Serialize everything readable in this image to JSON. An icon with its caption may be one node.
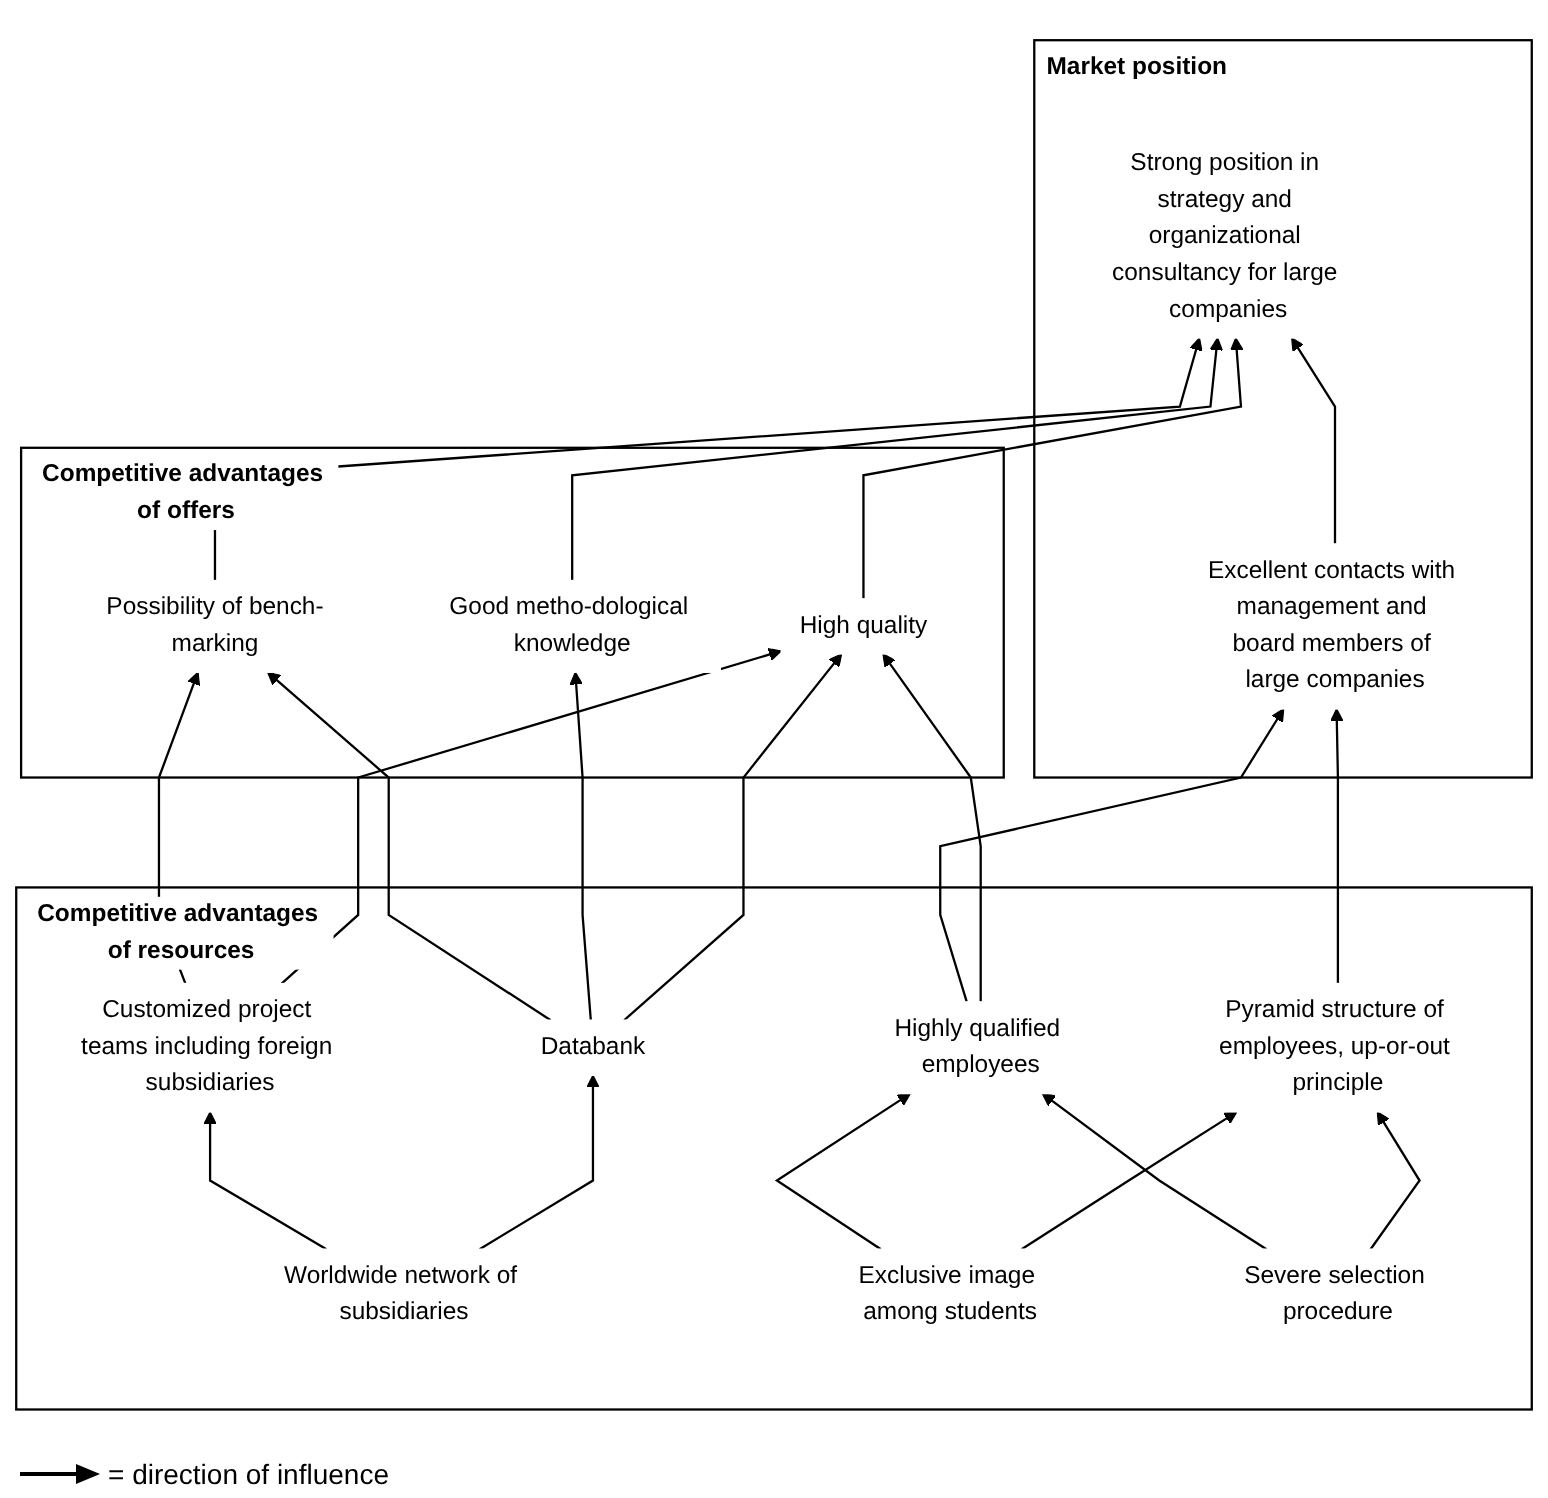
{
  "diagram": {
    "nodes": [
      {
        "text": [
          "Market position"
        ]
      },
      {
        "text": [
          "Strong position in strategy and organizational consultancy for large companies"
        ],
        "in": 0
      },
      {
        "text": [
          "Excellent contacts with management and board members of large companies"
        ],
        "in": 0
      },
      {
        "text": [
          "Competitive advantages of offers"
        ]
      },
      {
        "text": [
          "Possibility of bench-marking"
        ],
        "in": 3
      },
      {
        "text": [
          "Good metho-dological knowledge"
        ],
        "in": 3
      },
      {
        "text": [
          "High quality"
        ],
        "in": 3
      },
      {
        "text": [
          "Competitive advantages of resources"
        ]
      },
      {
        "text": [
          "Customized project teams including foreign subsidiaries"
        ],
        "in": 7
      },
      {
        "text": [
          "Databank"
        ],
        "in": 7
      },
      {
        "text": [
          "Highly qualified employees"
        ],
        "in": 7
      },
      {
        "text": [
          "Pyramid structure of employees, up-or-out principle"
        ],
        "in": 7
      },
      {
        "text": [
          "Worldwide network of subsidiaries"
        ],
        "in": 7
      },
      {
        "text": [
          "Exclusive image among students"
        ],
        "in": 7
      },
      {
        "text": [
          "Severe selection procedure"
        ],
        "in": 7
      }
    ],
    "edges": [
      {
        "from": 2,
        "to": 1,
        "arrow": "to"
      },
      {
        "from": 4,
        "to": 1,
        "arrow": "to"
      },
      {
        "from": 5,
        "to": 1,
        "arrow": "to"
      },
      {
        "from": 6,
        "to": 1,
        "arrow": "to"
      },
      {
        "from": 10,
        "to": 2,
        "arrow": "to"
      },
      {
        "from": 11,
        "to": 2,
        "arrow": "to"
      },
      {
        "from": 8,
        "to": 4,
        "arrow": "to"
      },
      {
        "from": 8,
        "to": 6,
        "arrow": "to"
      },
      {
        "from": 9,
        "to": 4,
        "arrow": "to"
      },
      {
        "from": 9,
        "to": 5,
        "arrow": "to"
      },
      {
        "from": 9,
        "to": 6,
        "arrow": "to"
      },
      {
        "from": 10,
        "to": 6,
        "arrow": "to"
      },
      {
        "from": 12,
        "to": 8,
        "arrow": "to"
      },
      {
        "from": 12,
        "to": 9,
        "arrow": "to"
      },
      {
        "from": 13,
        "to": 10,
        "arrow": "to"
      },
      {
        "from": 13,
        "to": 11,
        "arrow": "to"
      },
      {
        "from": 14,
        "to": 10,
        "arrow": "to"
      },
      {
        "from": 14,
        "to": 11,
        "arrow": "to"
      }
    ],
    "legend": [
      {
        "text": "= direction of influence"
      }
    ]
  }
}
